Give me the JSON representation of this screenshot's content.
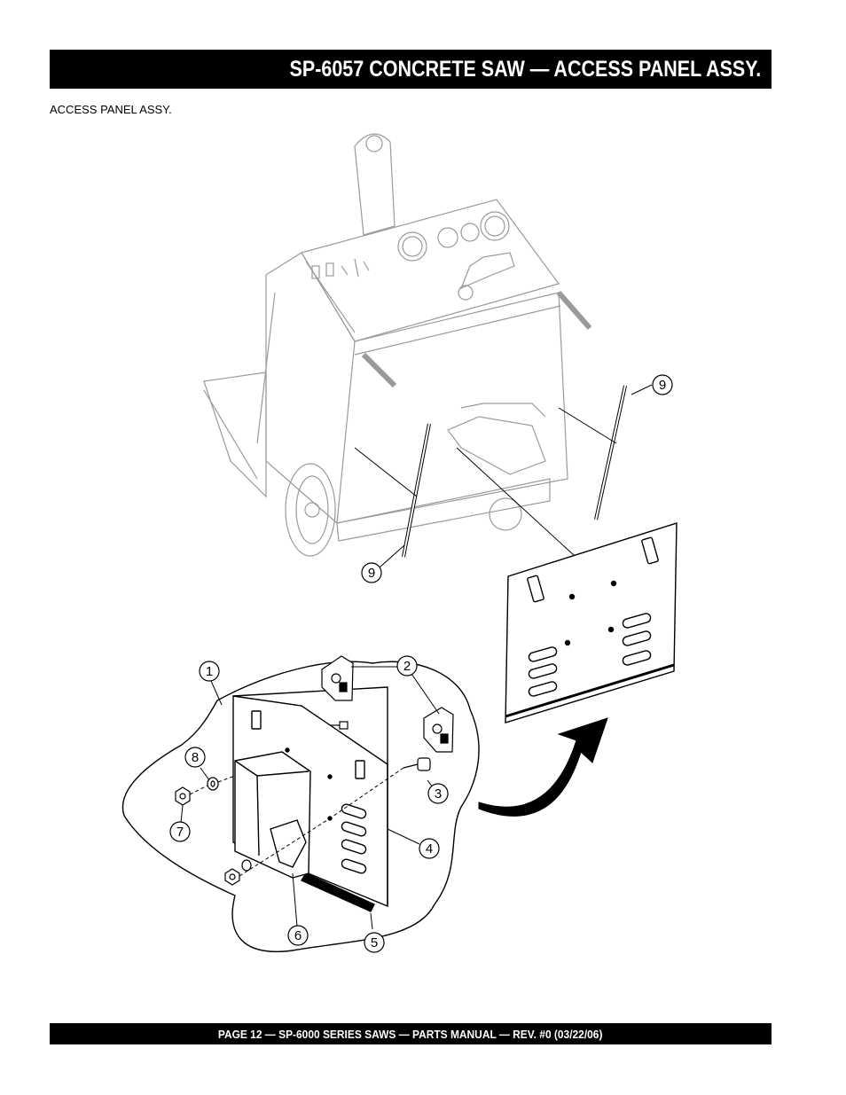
{
  "header": {
    "title": "SP-6057 CONCRETE SAW —  ACCESS PANEL ASSY."
  },
  "subtitle": "ACCESS PANEL ASSY.",
  "callouts": {
    "c1": "1",
    "c2": "2",
    "c3": "3",
    "c4": "4",
    "c5": "5",
    "c6": "6",
    "c7": "7",
    "c8": "8",
    "c9_top": "9",
    "c9_bottom": "9"
  },
  "footer": {
    "text": "PAGE 12 — SP-6000 SERIES SAWS  — PARTS MANUAL — REV. #0 (03/22/06)"
  },
  "colors": {
    "bar": "#000000",
    "line": "#000000",
    "ghost": "#9a9a9a"
  }
}
